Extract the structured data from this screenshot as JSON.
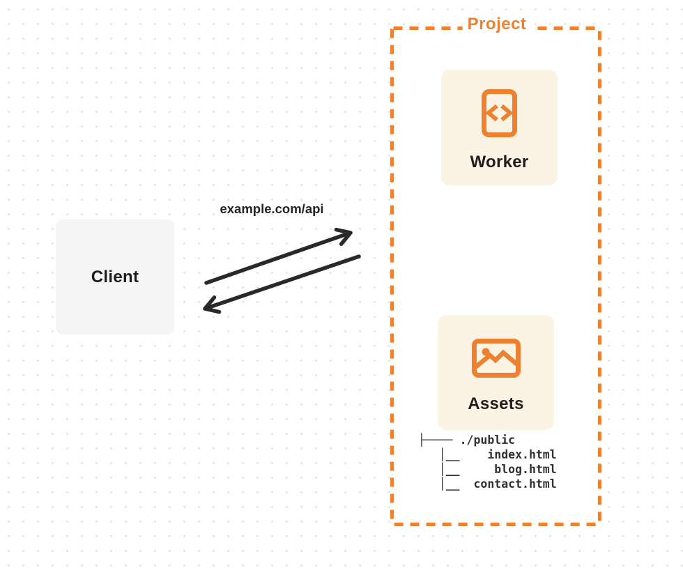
{
  "client": {
    "label": "Client"
  },
  "request": {
    "url_label": "example.com/api"
  },
  "project": {
    "label": "Project",
    "worker": {
      "label": "Worker",
      "icon": "code-file-icon"
    },
    "assets": {
      "label": "Assets",
      "icon": "image-icon"
    },
    "file_tree": {
      "lines": [
        "├──── ./public",
        "   │__    index.html",
        "   │__     blog.html",
        "   │__  contact.html"
      ]
    }
  },
  "colors": {
    "accent": "#ED8130",
    "card_bg": "#FBF3E3",
    "client_bg": "#F5F5F5",
    "text": "#1F1D1B",
    "arrow": "#2B2927",
    "dot_grid": "#E7E7E7"
  }
}
